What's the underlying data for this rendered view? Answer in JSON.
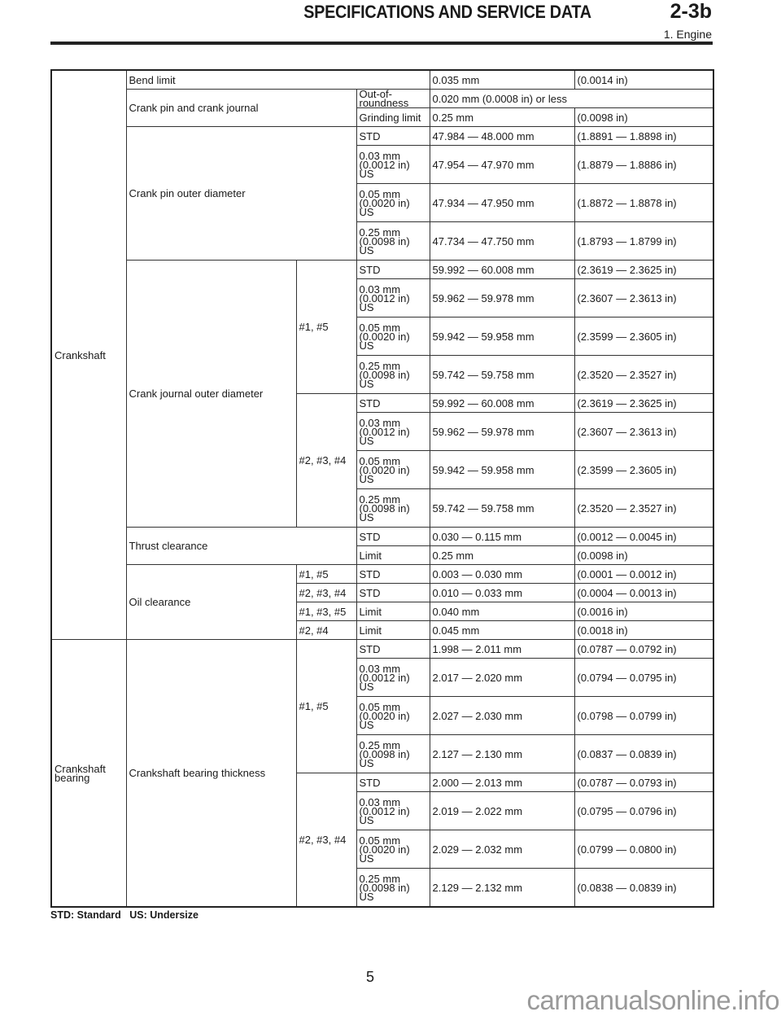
{
  "header": {
    "title": "SPECIFICATIONS AND SERVICE DATA",
    "section_code": "2-3b",
    "subsection": "1. Engine"
  },
  "table": {
    "rows": [
      {
        "h": "s",
        "cells": [
          {
            "t": "Crankshaft",
            "rs": 21
          },
          {
            "t": "Bend limit",
            "cs": 3
          },
          {
            "t": "0.035 mm"
          },
          {
            "t": "(0.0014 in)"
          }
        ]
      },
      {
        "h": "s",
        "cells": [
          {
            "t": "Crank pin and crank journal",
            "rs": 2,
            "cs": 2
          },
          {
            "t": "Out-of-roundness"
          },
          {
            "t": "0.020 mm (0.0008 in) or less",
            "cs": 2
          }
        ]
      },
      {
        "h": "s",
        "cells": [
          {
            "t": "Grinding limit"
          },
          {
            "t": "0.25 mm"
          },
          {
            "t": "(0.0098 in)"
          }
        ]
      },
      {
        "h": "s",
        "cells": [
          {
            "t": "Crank pin outer diameter",
            "rs": 4,
            "cs": 2
          },
          {
            "t": "STD"
          },
          {
            "t": "47.984 — 48.000 mm"
          },
          {
            "t": "(1.8891 — 1.8898 in)"
          }
        ]
      },
      {
        "h": "t",
        "cells": [
          {
            "t": "0.03 mm\n(0.0012 in)\nUS"
          },
          {
            "t": "47.954 — 47.970 mm"
          },
          {
            "t": "(1.8879 — 1.8886 in)"
          }
        ]
      },
      {
        "h": "t",
        "cells": [
          {
            "t": "0.05 mm\n(0.0020 in)\nUS"
          },
          {
            "t": "47.934 — 47.950 mm"
          },
          {
            "t": "(1.8872 — 1.8878 in)"
          }
        ]
      },
      {
        "h": "t",
        "cells": [
          {
            "t": "0.25 mm\n(0.0098 in)\nUS"
          },
          {
            "t": "47.734 — 47.750 mm"
          },
          {
            "t": "(1.8793 — 1.8799 in)"
          }
        ]
      },
      {
        "h": "s",
        "cells": [
          {
            "t": "Crank journal outer diameter",
            "rs": 8
          },
          {
            "t": "#1, #5",
            "rs": 4
          },
          {
            "t": "STD"
          },
          {
            "t": "59.992 — 60.008 mm"
          },
          {
            "t": "(2.3619 — 2.3625 in)"
          }
        ]
      },
      {
        "h": "t",
        "cells": [
          {
            "t": "0.03 mm\n(0.0012 in)\nUS"
          },
          {
            "t": "59.962 — 59.978 mm"
          },
          {
            "t": "(2.3607 — 2.3613 in)"
          }
        ]
      },
      {
        "h": "t",
        "cells": [
          {
            "t": "0.05 mm\n(0.0020 in)\nUS"
          },
          {
            "t": "59.942 — 59.958 mm"
          },
          {
            "t": "(2.3599 — 2.3605 in)"
          }
        ]
      },
      {
        "h": "t",
        "cells": [
          {
            "t": "0.25 mm\n(0.0098 in)\nUS"
          },
          {
            "t": "59.742 — 59.758 mm"
          },
          {
            "t": "(2.3520 — 2.3527 in)"
          }
        ]
      },
      {
        "h": "s",
        "cells": [
          {
            "t": "#2, #3, #4",
            "rs": 4
          },
          {
            "t": "STD"
          },
          {
            "t": "59.992 — 60.008 mm"
          },
          {
            "t": "(2.3619 — 2.3625 in)"
          }
        ]
      },
      {
        "h": "t",
        "cells": [
          {
            "t": "0.03 mm\n(0.0012 in)\nUS"
          },
          {
            "t": "59.962 — 59.978 mm"
          },
          {
            "t": "(2.3607 — 2.3613 in)"
          }
        ]
      },
      {
        "h": "t",
        "cells": [
          {
            "t": "0.05 mm\n(0.0020 in)\nUS"
          },
          {
            "t": "59.942 — 59.958 mm"
          },
          {
            "t": "(2.3599 — 2.3605 in)"
          }
        ]
      },
      {
        "h": "t",
        "cells": [
          {
            "t": "0.25 mm\n(0.0098 in)\nUS"
          },
          {
            "t": "59.742 — 59.758 mm"
          },
          {
            "t": "(2.3520 — 2.3527 in)"
          }
        ]
      },
      {
        "h": "s",
        "cells": [
          {
            "t": "Thrust clearance",
            "rs": 2,
            "cs": 2
          },
          {
            "t": "STD"
          },
          {
            "t": "0.030 — 0.115 mm"
          },
          {
            "t": "(0.0012 — 0.0045 in)"
          }
        ]
      },
      {
        "h": "s",
        "cells": [
          {
            "t": "Limit"
          },
          {
            "t": "0.25 mm"
          },
          {
            "t": "(0.0098 in)"
          }
        ]
      },
      {
        "h": "s",
        "cells": [
          {
            "t": "Oil clearance",
            "rs": 4
          },
          {
            "t": "#1, #5"
          },
          {
            "t": "STD"
          },
          {
            "t": "0.003 — 0.030 mm"
          },
          {
            "t": "(0.0001 — 0.0012 in)"
          }
        ]
      },
      {
        "h": "s",
        "cells": [
          {
            "t": "#2, #3, #4"
          },
          {
            "t": "STD"
          },
          {
            "t": "0.010 — 0.033 mm"
          },
          {
            "t": "(0.0004 — 0.0013 in)"
          }
        ]
      },
      {
        "h": "s",
        "cells": [
          {
            "t": "#1, #3, #5"
          },
          {
            "t": "Limit"
          },
          {
            "t": "0.040 mm"
          },
          {
            "t": "(0.0016 in)"
          }
        ]
      },
      {
        "h": "s",
        "cells": [
          {
            "t": "#2, #4"
          },
          {
            "t": "Limit"
          },
          {
            "t": "0.045 mm"
          },
          {
            "t": "(0.0018 in)"
          }
        ]
      },
      {
        "h": "s",
        "cells": [
          {
            "t": "Crankshaft\nbearing",
            "rs": 8
          },
          {
            "t": "Crankshaft bearing thickness",
            "rs": 8
          },
          {
            "t": "#1, #5",
            "rs": 4
          },
          {
            "t": "STD"
          },
          {
            "t": "1.998 — 2.011 mm"
          },
          {
            "t": "(0.0787 — 0.0792 in)"
          }
        ]
      },
      {
        "h": "t",
        "cells": [
          {
            "t": "0.03 mm\n(0.0012 in)\nUS"
          },
          {
            "t": "2.017 — 2.020 mm"
          },
          {
            "t": "(0.0794 — 0.0795 in)"
          }
        ]
      },
      {
        "h": "t",
        "cells": [
          {
            "t": "0.05 mm\n(0.0020 in)\nUS"
          },
          {
            "t": "2.027 — 2.030 mm"
          },
          {
            "t": "(0.0798 — 0.0799 in)"
          }
        ]
      },
      {
        "h": "t",
        "cells": [
          {
            "t": "0.25 mm\n(0.0098 in)\nUS"
          },
          {
            "t": "2.127 — 2.130 mm"
          },
          {
            "t": "(0.0837 — 0.0839 in)"
          }
        ]
      },
      {
        "h": "s",
        "cells": [
          {
            "t": "#2, #3, #4",
            "rs": 4
          },
          {
            "t": "STD"
          },
          {
            "t": "2.000 — 2.013 mm"
          },
          {
            "t": "(0.0787 — 0.0793 in)"
          }
        ]
      },
      {
        "h": "t",
        "cells": [
          {
            "t": "0.03 mm\n(0.0012 in)\nUS"
          },
          {
            "t": "2.019 — 2.022 mm"
          },
          {
            "t": "(0.0795 — 0.0796 in)"
          }
        ]
      },
      {
        "h": "t",
        "cells": [
          {
            "t": "0.05 mm\n(0.0020 in)\nUS"
          },
          {
            "t": "2.029 — 2.032 mm"
          },
          {
            "t": "(0.0799 — 0.0800 in)"
          }
        ]
      },
      {
        "h": "t",
        "cells": [
          {
            "t": "0.25 mm\n(0.0098 in)\nUS"
          },
          {
            "t": "2.129 — 2.132 mm"
          },
          {
            "t": "(0.0838 — 0.0839 in)"
          }
        ]
      }
    ]
  },
  "footnote": "STD: Standard   US: Undersize",
  "page_number": "5",
  "watermark": "carmanualsonline.info"
}
